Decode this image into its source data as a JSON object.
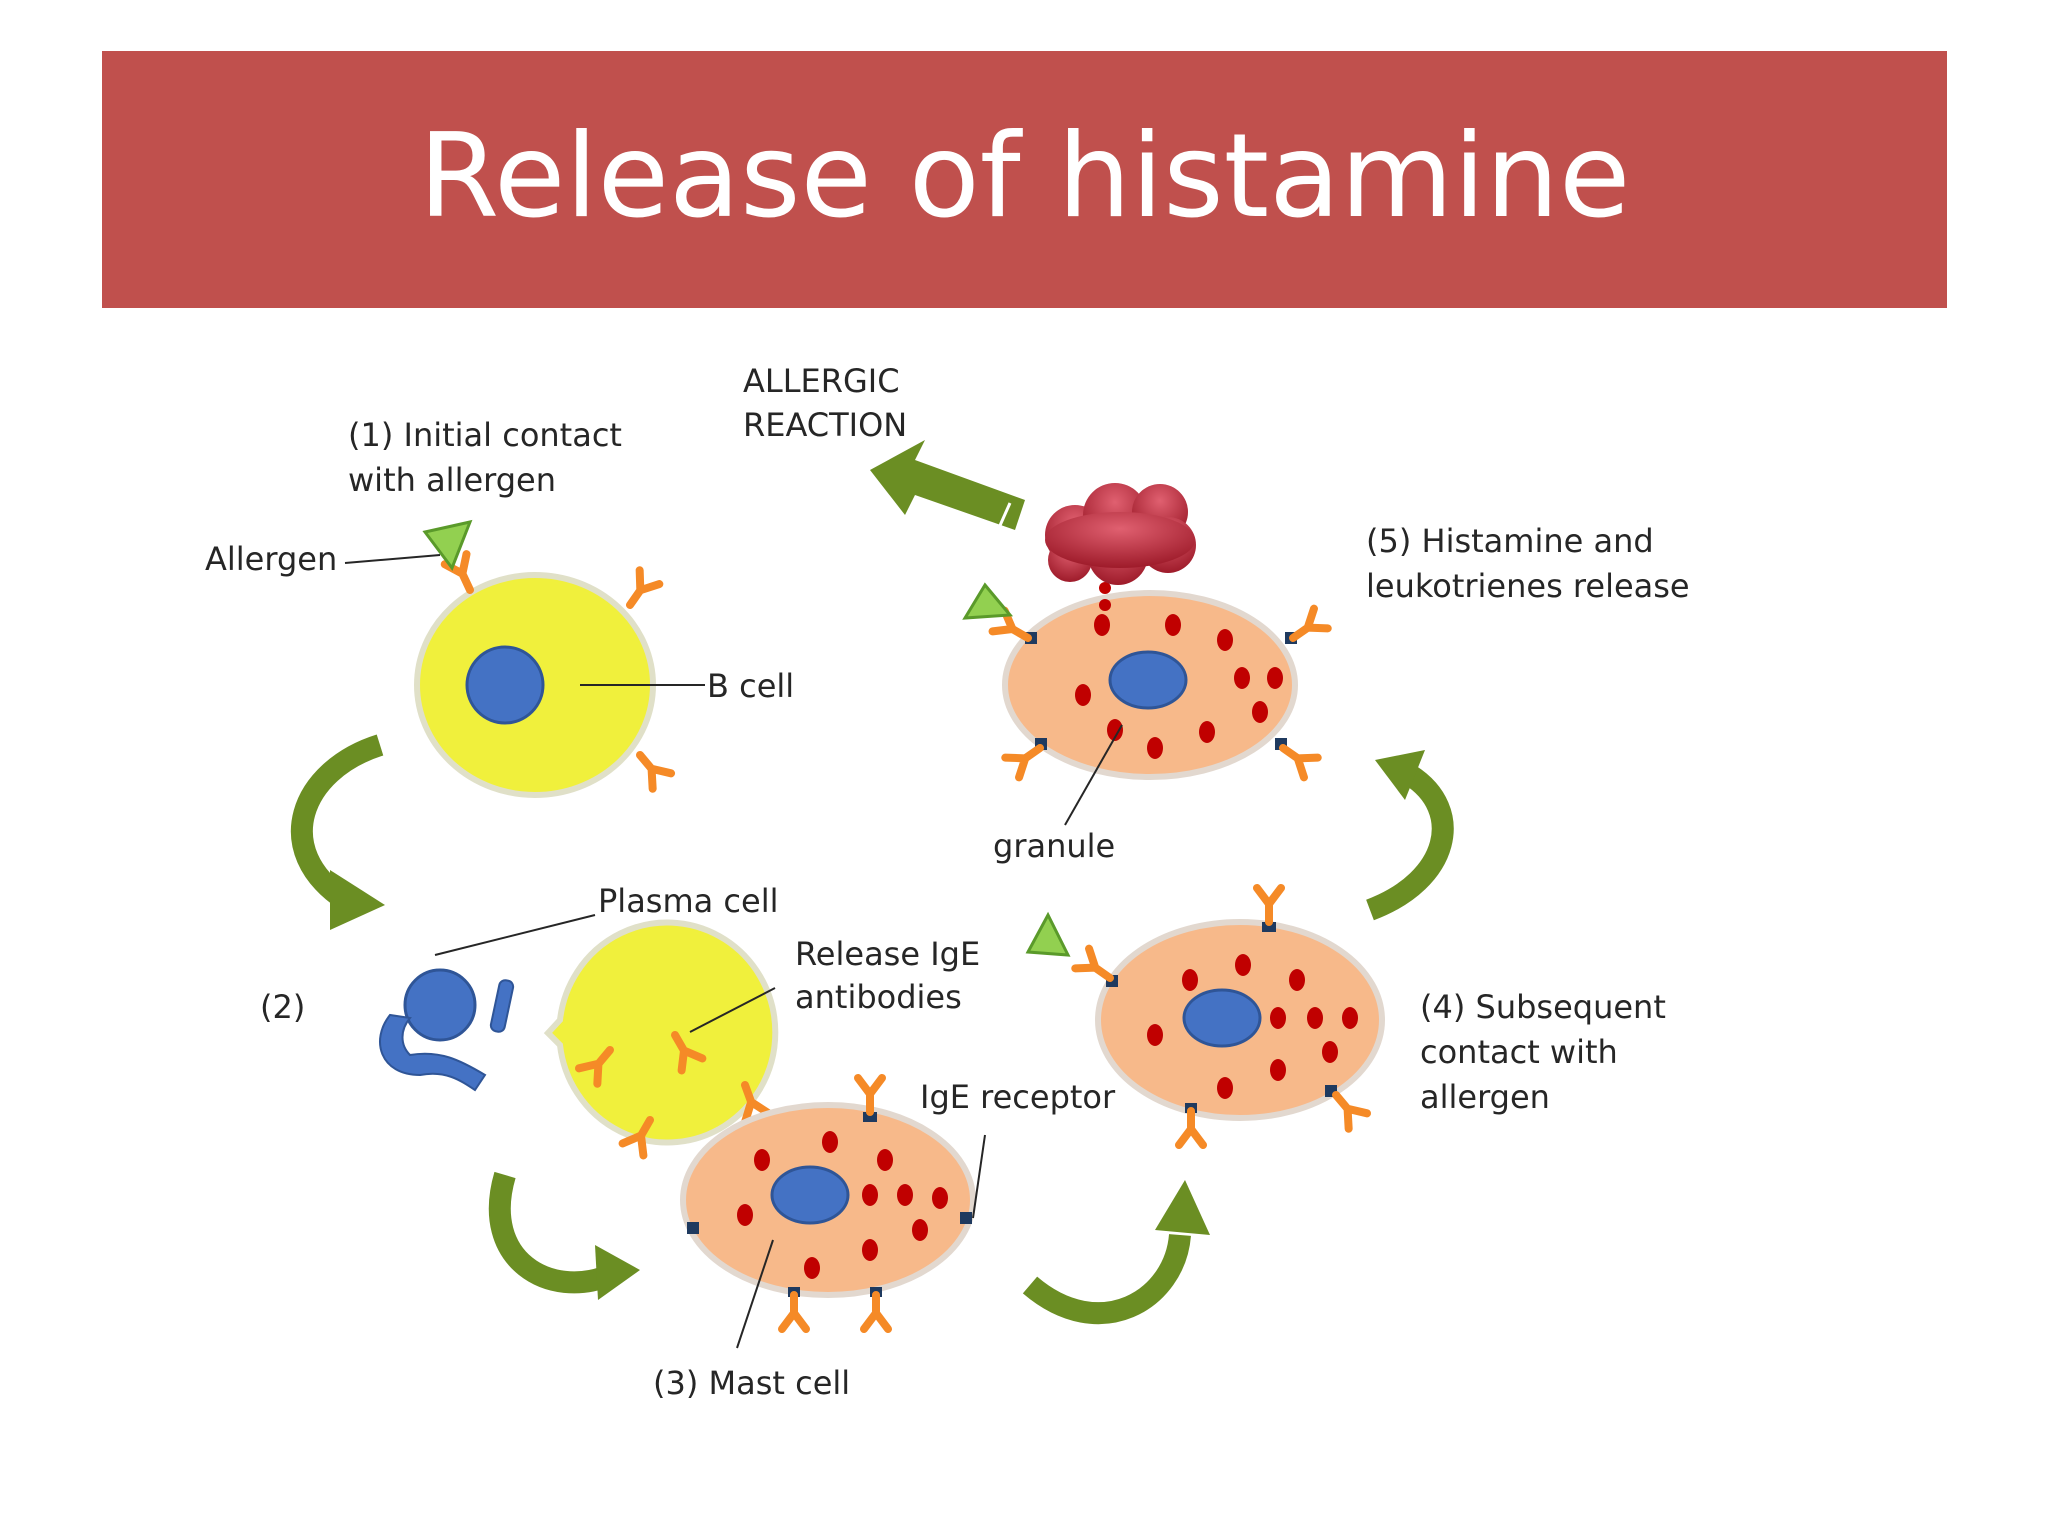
{
  "slide": {
    "title": "Release of histamine"
  },
  "colors": {
    "title_bg": "#c0504d",
    "b_cell": "#f0f03c",
    "mast_cell": "#f7b98a",
    "nucleus": "#4472c4",
    "granule": "#c00000",
    "antibody": "#f58a27",
    "allergen": "#92d050",
    "arrow": "#6b8e23",
    "cloud": "#b22234"
  },
  "labels": {
    "allergic_reaction": [
      "ALLERGIC",
      "REACTION"
    ],
    "step1": [
      "(1) Initial contact",
      "with allergen"
    ],
    "allergen": "Allergen",
    "b_cell": "B cell",
    "plasma_cell": "Plasma cell",
    "step2": "(2)",
    "release_ige": [
      "Release IgE",
      "antibodies"
    ],
    "ige_receptor": "IgE receptor",
    "mast_cell": "(3) Mast cell",
    "granule": "granule",
    "step4": [
      "(4) Subsequent",
      "contact with",
      "allergen"
    ],
    "step5": [
      "(5) Histamine and",
      "leukotrienes release"
    ]
  }
}
